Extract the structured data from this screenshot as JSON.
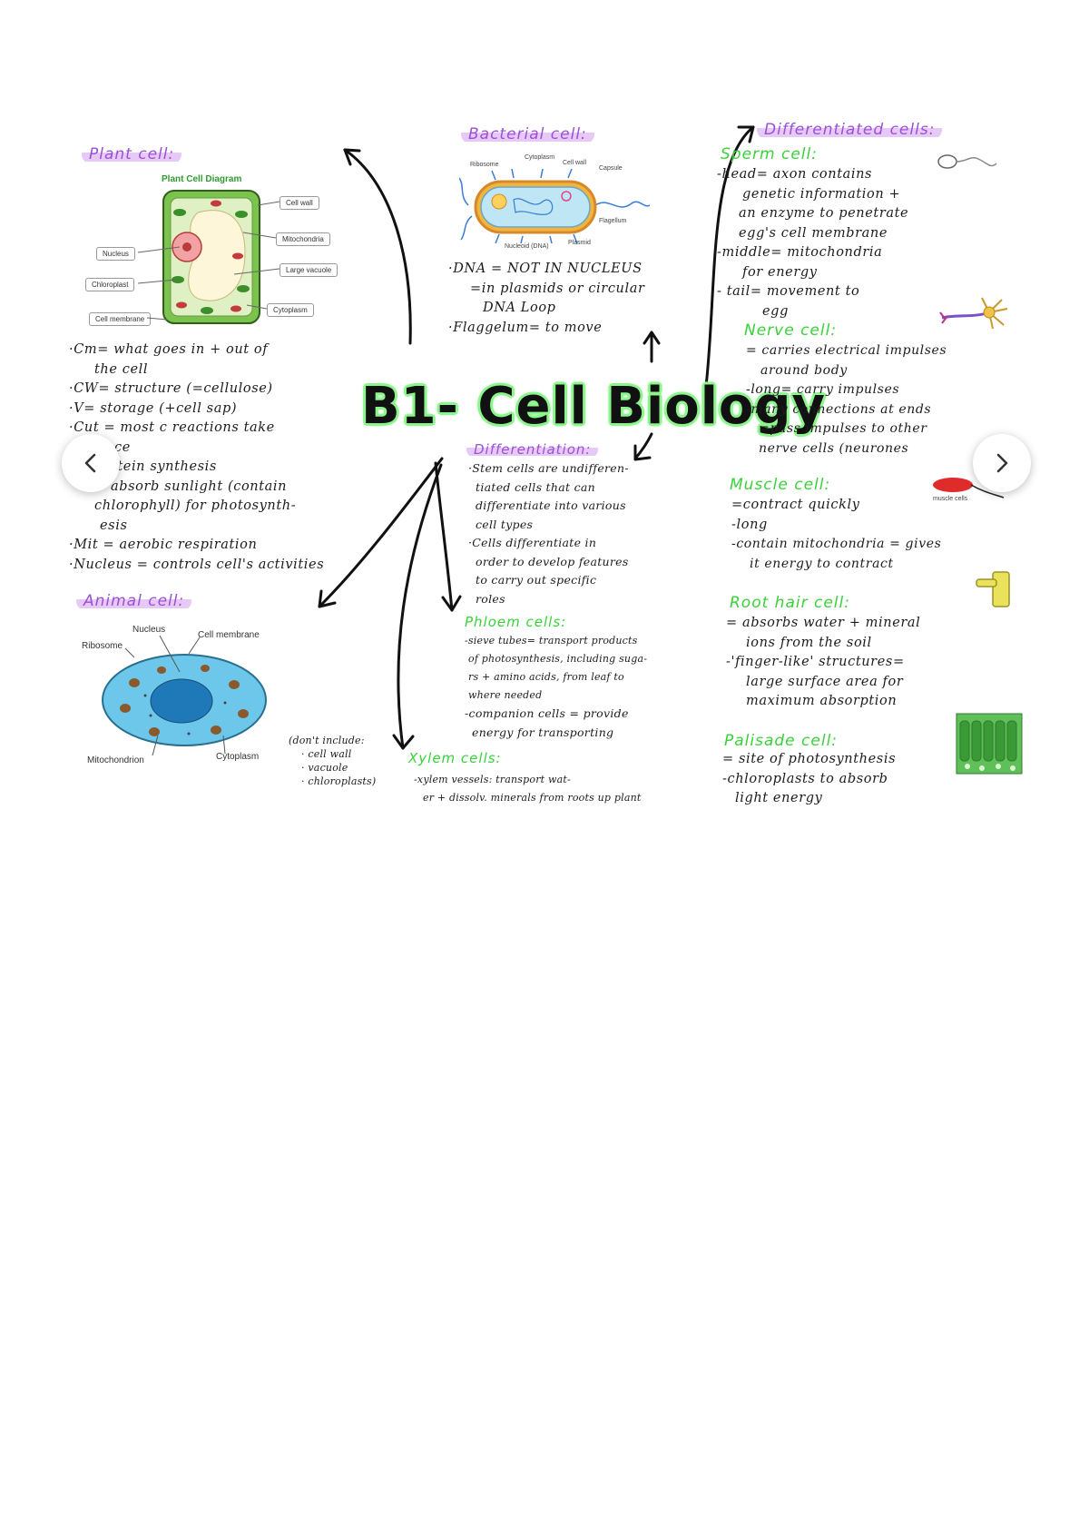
{
  "title": "B1- Cell Biology",
  "colors": {
    "heading_purple": "#9b4fd6",
    "highlight_purple": "#e7c9f7",
    "heading_green": "#3ad13a",
    "title_glow": "#8df58d"
  },
  "plant": {
    "heading": "Plant cell:",
    "diagram_title": "Plant Cell Diagram",
    "labels": {
      "cell_wall": "Cell wall",
      "mitochondria": "Mitochondria",
      "nucleus": "Nucleus",
      "large_vacuole": "Large vacuole",
      "chloroplast": "Chloroplast",
      "cytoplasm": "Cytoplasm",
      "cell_membrane": "Cell membrane"
    },
    "notes": [
      "·Cm= what goes in + out of",
      "the cell",
      "·CW= structure (=cellulose)",
      "·V= storage (+cell sap)",
      "·Cut = most c reactions take",
      "ce",
      "otein synthesis",
      "absorb sunlight (contain",
      "chlorophyll) for photosynth-",
      "esis",
      "·Mit = aerobic respiration",
      "·Nucleus = controls cell's activities"
    ]
  },
  "animal": {
    "heading": "Animal cell:",
    "labels": {
      "nucleus": "Nucleus",
      "cell_membrane": "Cell membrane",
      "ribosome": "Ribosome",
      "mitochondrion": "Mitochondrion",
      "cytoplasm": "Cytoplasm"
    },
    "dont_include": [
      "(don't include:",
      "· cell wall",
      "· vacuole",
      "· chloroplasts)"
    ]
  },
  "bacterial": {
    "heading": "Bacterial cell:",
    "diagram_labels": {
      "ribosome": "Ribosome",
      "cytoplasm": "Cytoplasm",
      "cell_wall": "Cell wall",
      "flagellum": "Flagellum",
      "dna": "Nucleoid (DNA)",
      "plasmid": "Plasmid",
      "capsule": "Capsule"
    },
    "notes": [
      "·DNA = NOT IN NUCLEUS",
      "=in plasmids or circular",
      "DNA Loop",
      "·Flaggelum= to move"
    ]
  },
  "differentiation": {
    "heading": "Differentiation:",
    "notes": [
      "·Stem cells are undifferen-",
      "tiated cells that can",
      "differentiate into various",
      "cell types",
      "·Cells differentiate in",
      "order to develop features",
      "to carry out specific",
      "roles"
    ]
  },
  "phloem": {
    "heading": "Phloem cells:",
    "notes": [
      "-sieve tubes= transport products",
      "of photosynthesis, including suga-",
      "rs + amino acids, from leaf to",
      "where needed",
      "-companion cells = provide",
      "energy for transporting"
    ]
  },
  "xylem": {
    "heading": "Xylem cells:",
    "notes": [
      "-xylem vessels: transport wat-",
      "er + dissolv. minerals from roots up plant"
    ]
  },
  "differentiated": {
    "heading": "Differentiated cells:",
    "sperm": {
      "heading": "Sperm cell:",
      "notes": [
        "-head= axon contains",
        "genetic information +",
        "an enzyme to penetrate",
        "egg's cell membrane",
        "-middle= mitochondria",
        "for energy",
        "- tail= movement to",
        "egg"
      ]
    },
    "nerve": {
      "heading": "Nerve cell:",
      "notes": [
        "= carries electrical impulses",
        "around body",
        "-long= carry impulses",
        "-many connections at ends",
        "=pass impulses to other",
        "nerve cells (neurones"
      ]
    },
    "muscle": {
      "heading": "Muscle cell:",
      "image_label": "muscle cells",
      "notes": [
        "=contract quickly",
        "-long",
        "-contain mitochondria = gives",
        "it energy to contract"
      ]
    },
    "root_hair": {
      "heading": "Root hair cell:",
      "notes": [
        "= absorbs water + mineral",
        "ions from the soil",
        "-'finger-like' structures=",
        "large surface area for",
        "maximum absorption"
      ]
    },
    "palisade": {
      "heading": "Palisade cell:",
      "notes": [
        "= site of photosynthesis",
        "-chloroplasts to absorb",
        "light energy"
      ]
    }
  },
  "nav": {
    "prev_icon": "chevron-left-icon",
    "next_icon": "chevron-right-icon"
  }
}
